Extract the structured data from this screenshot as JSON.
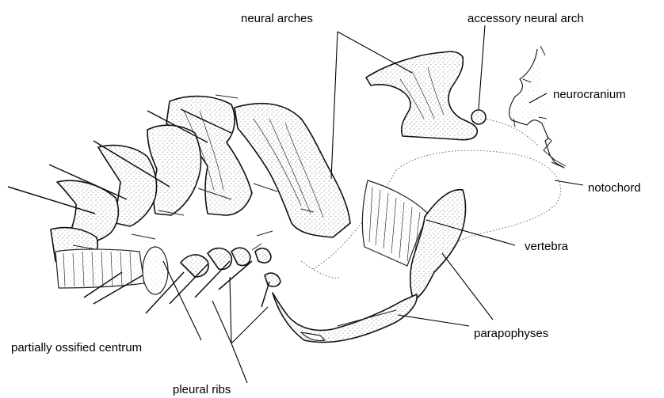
{
  "labels": {
    "neural_arches": "neural arches",
    "accessory_neural_arch": "accessory neural arch",
    "neurocranium": "neurocranium",
    "notochord": "notochord",
    "vertebra": "vertebra",
    "parapophyses": "parapophyses",
    "partially_ossified_centrum": "partially ossified centrum",
    "pleural_ribs": "pleural ribs"
  }
}
